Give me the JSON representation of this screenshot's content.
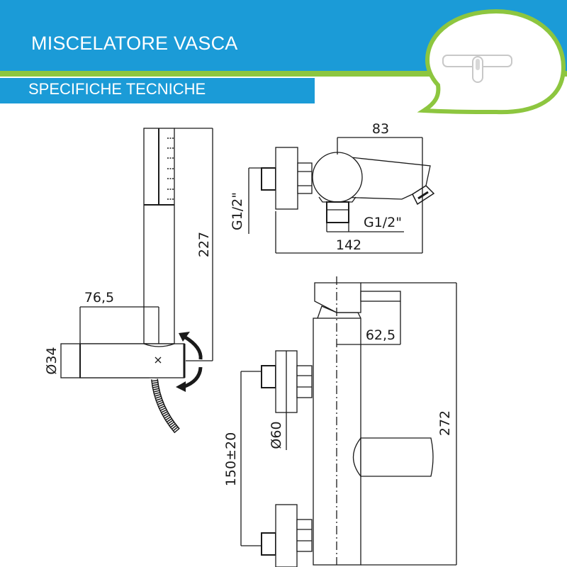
{
  "header": {
    "title": "MISCELATORE VASCA",
    "subtitle": "SPECIFICHE TECNICHE",
    "icon": "faucet-speech-bubble-icon"
  },
  "colors": {
    "brand_blue": "#1b9bd7",
    "accent_green": "#8dc63f",
    "line": "#1a1a1a"
  },
  "hand_shower": {
    "length": "227",
    "holder_offset": "76,5",
    "holder_diameter": "Ø34"
  },
  "top_view": {
    "spout_length": "83",
    "total_depth": "142",
    "inlet_thread": "G1/2\"",
    "outlet_thread": "G1/2\""
  },
  "front_view": {
    "lever_length": "62,5",
    "total_height": "272",
    "flange_diameter": "Ø60",
    "inlet_spacing": "150±20"
  }
}
